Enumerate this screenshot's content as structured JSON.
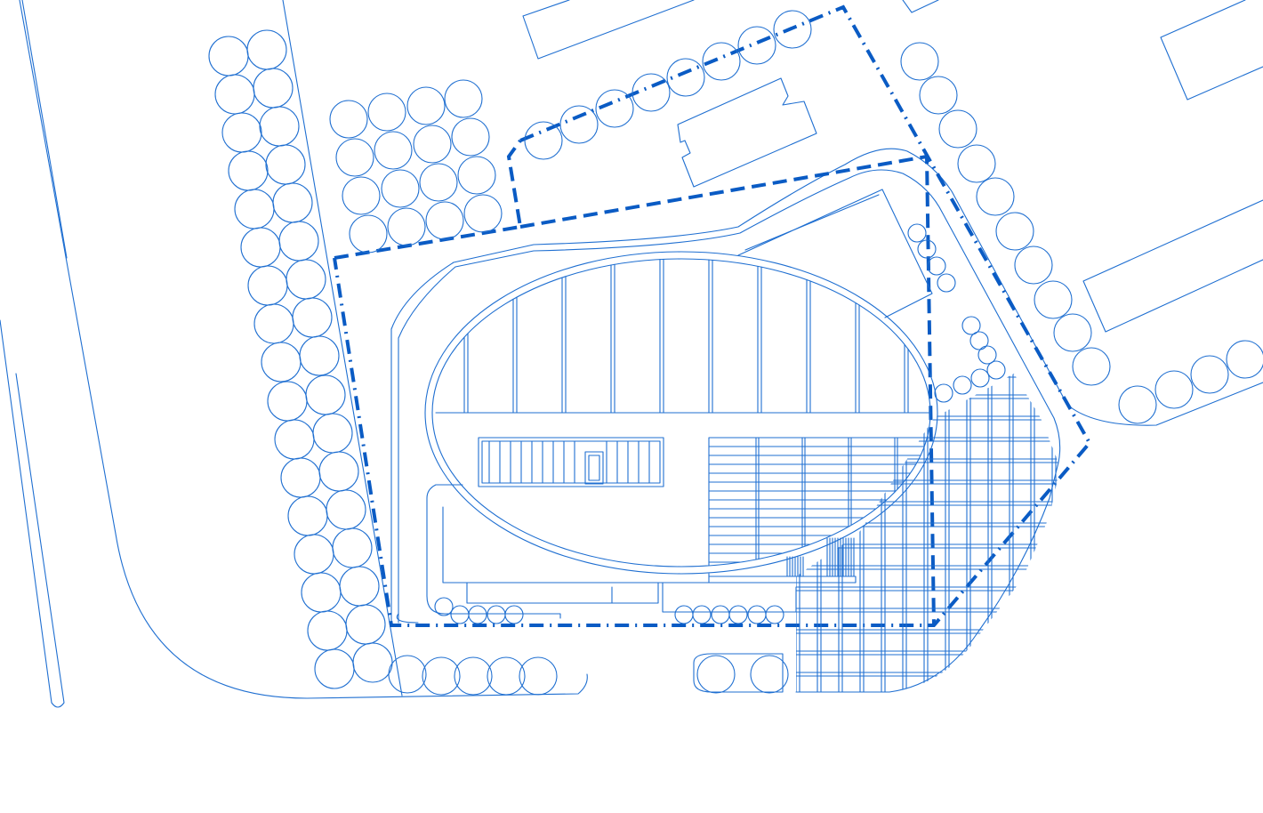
{
  "colors": {
    "line": "#1f6fd1",
    "boundary": "#0a5bc4",
    "background": "#ffffff"
  },
  "drawing": {
    "type": "site-plan",
    "has_text_labels": false,
    "line_style": "monochrome blue linework",
    "boundary_styles": [
      "dash-dot",
      "dashed"
    ]
  }
}
